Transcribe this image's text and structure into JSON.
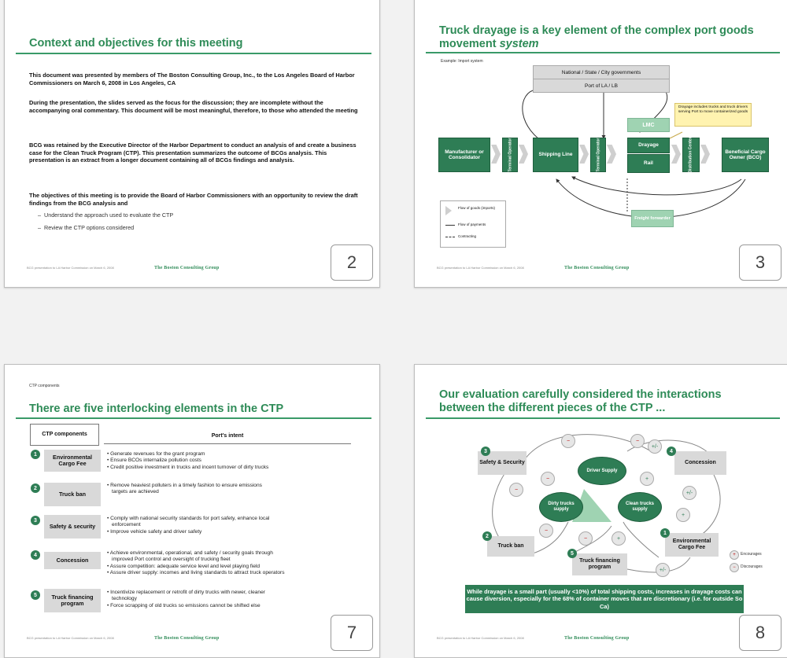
{
  "footer": {
    "brand": "The Boston Consulting Group",
    "left_note": "BCG presentation to LA Harbor Commission on March 6, 2008"
  },
  "slide2": {
    "title": "Context and objectives for this meeting",
    "paragraphs": [
      "This document was presented by members of The Boston Consulting Group, Inc., to the Los Angeles Board of Harbor Commissioners on March 6, 2008 in Los Angeles, CA",
      "During the presentation, the slides served as the focus for the discussion; they are incomplete without the accompanying oral commentary.  This document will be most meaningful, therefore, to those who attended the meeting",
      "BCG was retained by the Executive Director of the Harbor Department to conduct an analysis of and create a business case for the Clean Truck Program (CTP). This presentation summarizes the outcome of BCGs analysis. This presentation is an extract from a longer document containing all of BCGs findings and analysis.",
      "The objectives of this meeting is to provide the Board of Harbor Commissioners with an opportunity to review the draft findings from the BCG analysis and"
    ],
    "bullets": [
      "Understand the approach used to evaluate the CTP",
      "Review the CTP options considered"
    ],
    "page": "2"
  },
  "slide3": {
    "title_line1": "Truck drayage is a key element of the complex port goods",
    "title_line2_plain": "movement ",
    "title_line2_italic": "system",
    "example": "Example: Import system",
    "gov": "National / State / City governments",
    "port": "Port of LA / LB",
    "manufacturer": "Manufacturer or Consolidator",
    "terminal1": "Terminal Operator",
    "shipping": "Shipping Line",
    "terminal2": "Terminal Operator",
    "lmc": "LMC",
    "drayage": "Drayage",
    "rail": "Rail",
    "distribution": "Distribution Center",
    "bco": "Beneficial Cargo Owner (BCO)",
    "note": "Drayage includes trucks and truck drivers serving Port to move containerized goods",
    "freight": "Freight forwarder",
    "legend": [
      "Flow of goods (imports)",
      "Flow of payments",
      "Contracting"
    ],
    "page": "3"
  },
  "slide7": {
    "subheading": "CTP components",
    "title": "There are five interlocking elements in the CTP",
    "col_headers": [
      "CTP components",
      "Port's intent"
    ],
    "rows": [
      {
        "num": "1",
        "component": "Environmental Cargo Fee",
        "intents": [
          "Generate revenues for the grant program",
          "Ensure BCOs internalize pollution costs",
          "Credit positive investment in trucks and incent turnover of dirty trucks"
        ]
      },
      {
        "num": "2",
        "component": "Truck ban",
        "intents": [
          "Remove heaviest polluters in a timely fashion to ensure emissions",
          "targets are achieved"
        ]
      },
      {
        "num": "3",
        "component": "Safety & security",
        "intents": [
          "Comply with national security standards for port safety, enhance local",
          "enforcement",
          "Improve vehicle safety and driver safety"
        ]
      },
      {
        "num": "4",
        "component": "Concession",
        "intents": [
          "Achieve environmental, operational,  and safety / security goals through",
          "improved Port control and oversight of trucking fleet",
          "Assure competition: adequate service level and level playing field",
          "Assure driver supply: incomes and living standards to attract truck operators"
        ]
      },
      {
        "num": "5",
        "component": "Truck financing program",
        "intents": [
          "Incentivize replacement or retrofit of dirty trucks with newer, cleaner",
          "technology",
          "Force scrapping of old trucks so emissions cannot be shifted else"
        ]
      }
    ],
    "page": "7"
  },
  "slide8": {
    "title_line1": "Our evaluation carefully considered the interactions",
    "title_line2": "between the different pieces of the CTP ...",
    "safety": "Safety & Security",
    "concession": "Concession",
    "driver": "Driver Supply",
    "dirty": "Dirty trucks supply",
    "clean": "Clean trucks supply",
    "truckban": "Truck ban",
    "financing": "Truck financing program",
    "envfee": "Environmental Cargo Fee",
    "encourages": "Encourages",
    "discourages": "Discourages",
    "banner": "While drayage is a small part (usually <10%) of total shipping costs, increases in drayage costs can cause diversion, especially for the 68% of container moves that are discretionary (i.e. for outside So Ca)",
    "page": "8"
  }
}
